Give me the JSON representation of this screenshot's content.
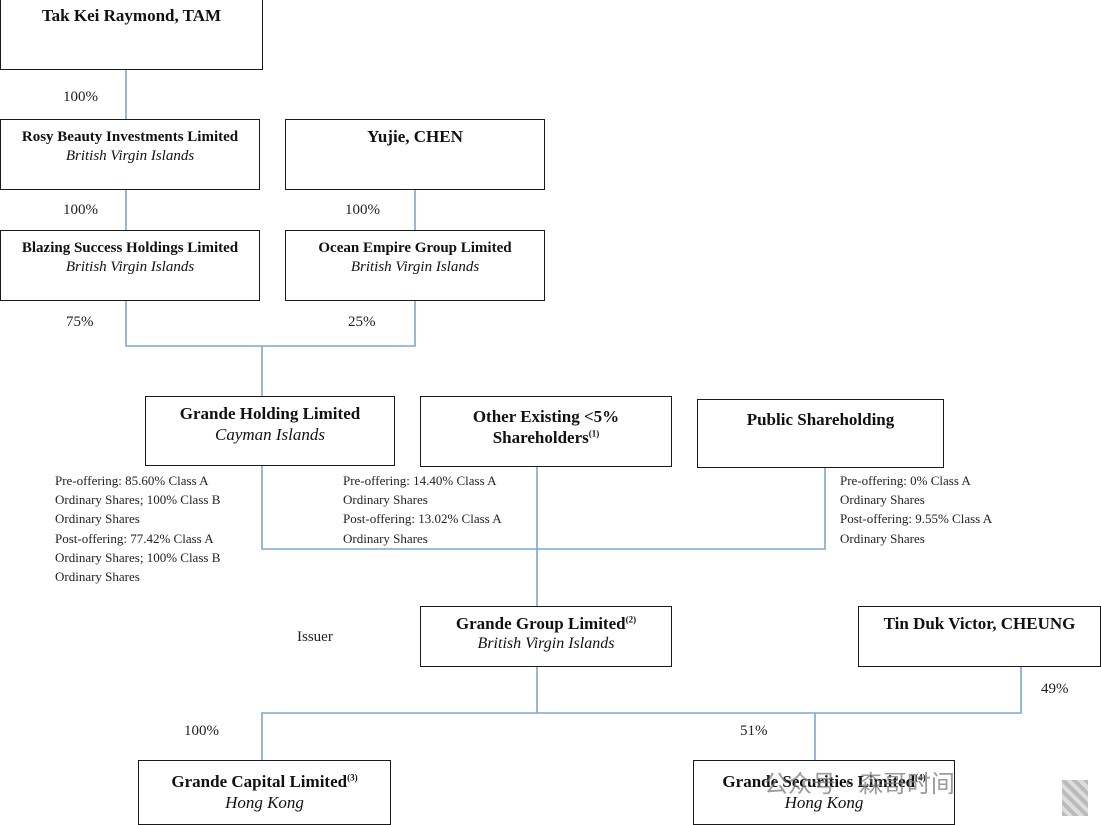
{
  "entities": {
    "tam": {
      "name": "Tak Kei Raymond, TAM"
    },
    "rosy": {
      "name": "Rosy Beauty Investments Limited",
      "jurisdiction": "British Virgin Islands"
    },
    "yujie": {
      "name": "Yujie, CHEN"
    },
    "blazing": {
      "name": "Blazing Success Holdings Limited",
      "jurisdiction": "British Virgin Islands"
    },
    "ocean": {
      "name": "Ocean Empire Group Limited",
      "jurisdiction": "British Virgin Islands"
    },
    "grande_holding": {
      "name": "Grande Holding Limited",
      "jurisdiction": "Cayman Islands"
    },
    "other": {
      "name": "Other Existing <5%",
      "name2": "Shareholders",
      "note_ref": "(1)"
    },
    "public": {
      "name": "Public Shareholding"
    },
    "grande_group": {
      "name": "Grande Group Limited",
      "note_ref": "(2)",
      "jurisdiction": "British Virgin Islands"
    },
    "cheung": {
      "name": "Tin Duk Victor, CHEUNG"
    },
    "capital": {
      "name": "Grande Capital Limited",
      "note_ref": "(3)",
      "jurisdiction": "Hong Kong"
    },
    "securities": {
      "name": "Grande Securities Limited",
      "note_ref": "(4)",
      "jurisdiction": "Hong Kong"
    }
  },
  "ownership": {
    "tam_rosy": "100%",
    "rosy_blazing": "100%",
    "yujie_ocean": "100%",
    "blazing_holding": "75%",
    "ocean_holding": "25%",
    "cheung_securities": "49%",
    "group_capital": "100%",
    "group_securities": "51%"
  },
  "notes": {
    "holding": [
      "Pre-offering: 85.60% Class A",
      "Ordinary Shares; 100% Class B",
      "Ordinary Shares",
      "Post-offering: 77.42% Class A",
      "Ordinary Shares; 100% Class B",
      "Ordinary Shares"
    ],
    "other": [
      "Pre-offering: 14.40% Class A",
      "Ordinary Shares",
      "Post-offering: 13.02% Class A",
      "Ordinary Shares"
    ],
    "public": [
      "Pre-offering: 0% Class A",
      "Ordinary Shares",
      "Post-offering: 9.55% Class A",
      "Ordinary Shares"
    ]
  },
  "issuer_label": "Issuer",
  "watermark": "公众号 · 森哥时间",
  "line_color": "#7ea7cf"
}
